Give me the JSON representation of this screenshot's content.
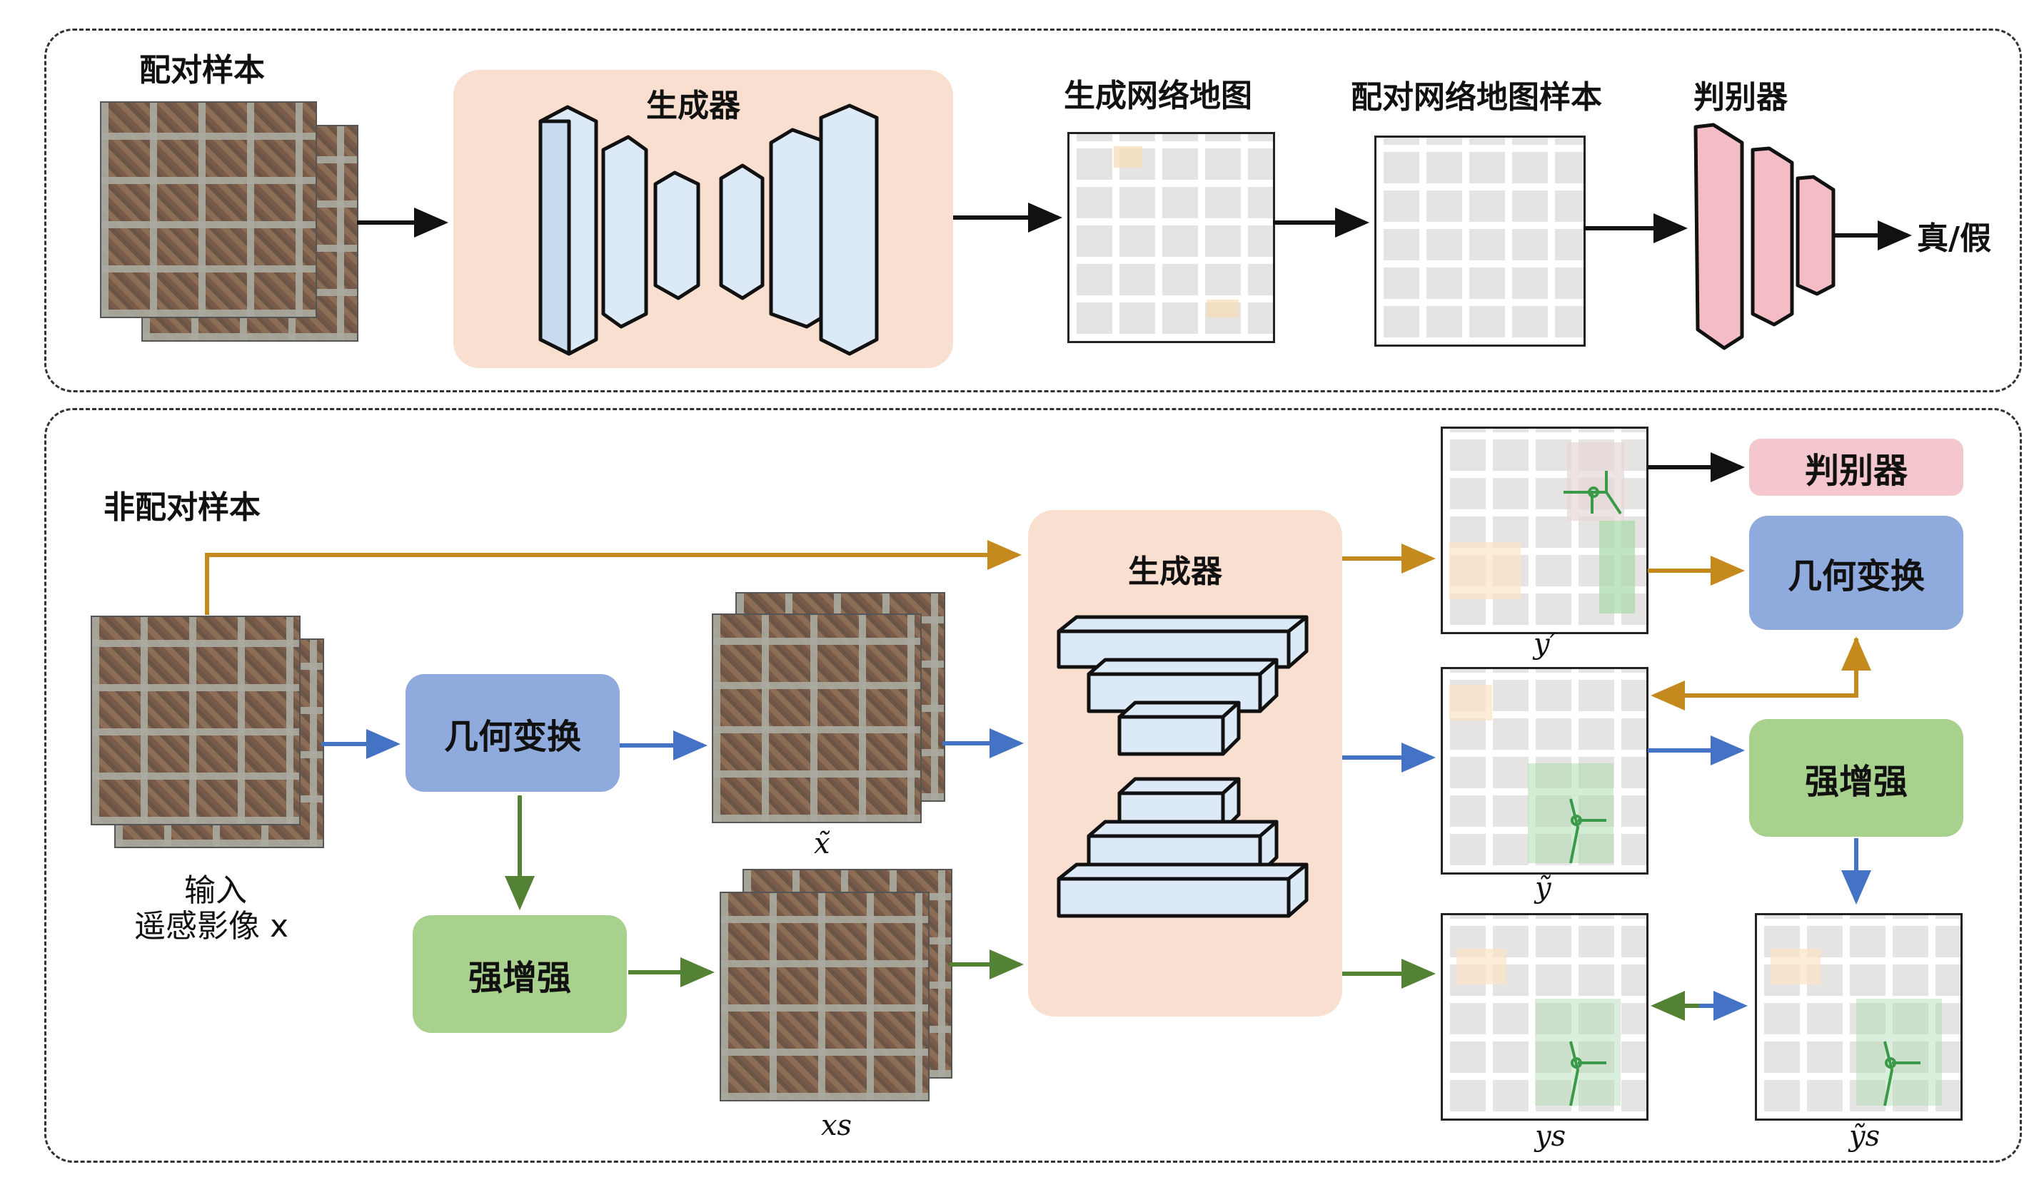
{
  "top_panel": {
    "paired_label": "配对样本",
    "generator_label": "生成器",
    "generated_map_label": "生成网络地图",
    "paired_map_label": "配对网络地图样本",
    "discriminator_label": "判别器",
    "output_label": "真/假"
  },
  "bottom_panel": {
    "unpaired_label": "非配对样本",
    "input_label_line1": "输入",
    "input_label_line2": "遥感影像 x",
    "geo_transform_label": "几何变换",
    "strong_aug_label": "强增强",
    "generator_label": "生成器",
    "x_tilde_label": "x̃",
    "x_s_label": "xs",
    "y_prime_label": "y′",
    "y_tilde_label": "ỹ",
    "y_s_label": "ys",
    "y_tilde_s_label": "ỹs",
    "discriminator_label": "判别器",
    "geo_transform_right_label": "几何变换",
    "strong_aug_right_label": "强增强"
  },
  "colors": {
    "generator_bg": "#f9dfcf",
    "blue_box": "#8faadc",
    "green_box": "#a9d18e",
    "pink_box": "#f4c7ce",
    "arrow_black": "#111111",
    "arrow_gold": "#c58a1e",
    "arrow_blue": "#4472c4",
    "arrow_green": "#548235",
    "layer_blue": "#dce9f7",
    "layer_pink": "#f4bcc4"
  }
}
